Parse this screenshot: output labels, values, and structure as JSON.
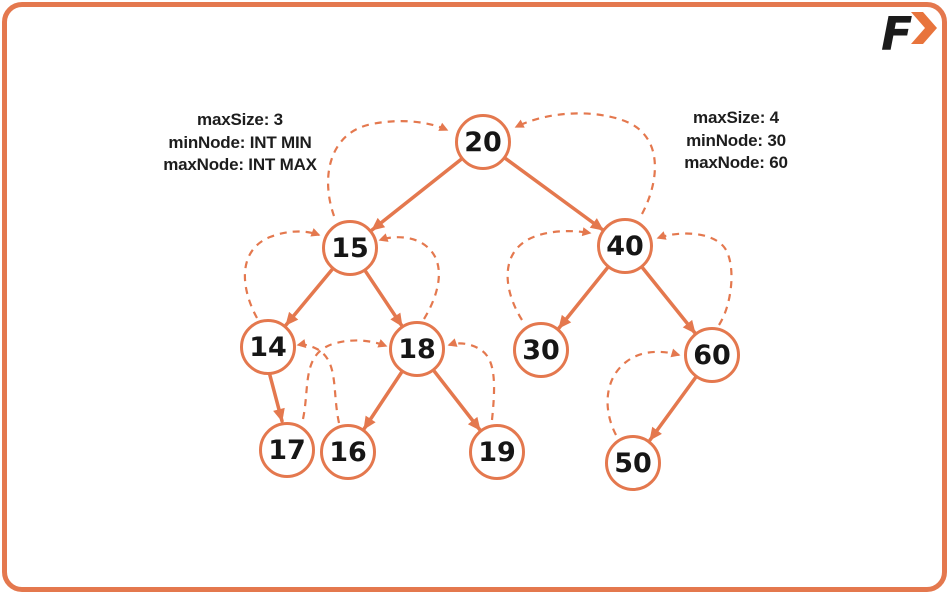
{
  "accent_color": "#e4784e",
  "logo_chevron_color": "#e8743c",
  "text_color": "#1d1d1d",
  "logo": {
    "letter": "F"
  },
  "annotations": {
    "left": {
      "lines": [
        "maxSize: 3",
        "minNode: INT MIN",
        "maxNode: INT MAX"
      ]
    },
    "right": {
      "lines": [
        "maxSize: 4",
        "minNode: 30",
        "maxNode: 60"
      ]
    }
  },
  "tree": {
    "nodes": [
      {
        "value": "20"
      },
      {
        "value": "15"
      },
      {
        "value": "40"
      },
      {
        "value": "14"
      },
      {
        "value": "18"
      },
      {
        "value": "30"
      },
      {
        "value": "60"
      },
      {
        "value": "17"
      },
      {
        "value": "16"
      },
      {
        "value": "19"
      },
      {
        "value": "50"
      }
    ],
    "solid_edges": [
      [
        "20",
        "15"
      ],
      [
        "20",
        "40"
      ],
      [
        "15",
        "14"
      ],
      [
        "15",
        "18"
      ],
      [
        "14",
        "17"
      ],
      [
        "18",
        "16"
      ],
      [
        "18",
        "19"
      ],
      [
        "40",
        "30"
      ],
      [
        "40",
        "60"
      ],
      [
        "60",
        "50"
      ]
    ],
    "dashed_links": [
      [
        "15",
        "20"
      ],
      [
        "40",
        "20"
      ],
      [
        "14",
        "15"
      ],
      [
        "18",
        "15"
      ],
      [
        "30",
        "40"
      ],
      [
        "60",
        "40"
      ],
      [
        "16",
        "14"
      ],
      [
        "17",
        "18"
      ],
      [
        "19",
        "18"
      ],
      [
        "50",
        "60"
      ]
    ]
  }
}
